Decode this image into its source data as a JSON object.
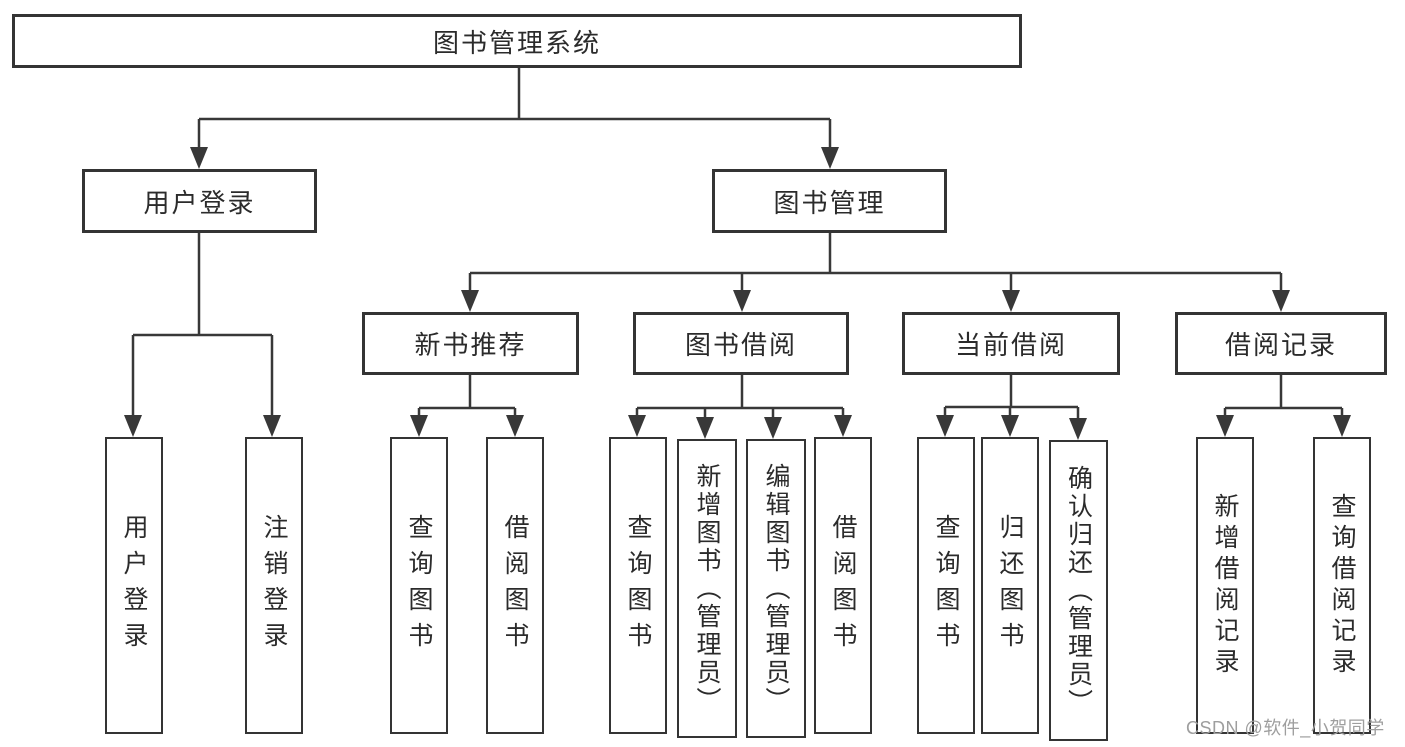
{
  "tree": {
    "label": "图书管理系统",
    "children": [
      {
        "label": "用户登录",
        "children": [
          {
            "label": "用户登录"
          },
          {
            "label": "注销登录"
          }
        ]
      },
      {
        "label": "图书管理",
        "children": [
          {
            "label": "新书推荐",
            "children": [
              {
                "label": "查询图书"
              },
              {
                "label": "借阅图书"
              }
            ]
          },
          {
            "label": "图书借阅",
            "children": [
              {
                "label": "查询图书"
              },
              {
                "label": "新增图书（管理员）"
              },
              {
                "label": "编辑图书（管理员）"
              },
              {
                "label": "借阅图书"
              }
            ]
          },
          {
            "label": "当前借阅",
            "children": [
              {
                "label": "查询图书"
              },
              {
                "label": "归还图书"
              },
              {
                "label": "确认归还（管理员）"
              }
            ]
          },
          {
            "label": "借阅记录",
            "children": [
              {
                "label": "新增借阅记录"
              },
              {
                "label": "查询借阅记录"
              }
            ]
          }
        ]
      }
    ]
  },
  "watermark": {
    "text": "CSDN @软件_小贺同学"
  },
  "colors": {
    "background": "#ffffff",
    "line": "#383838",
    "box_border": "#343434",
    "text": "#2b2b2b",
    "watermark": "#9e9e9e"
  }
}
